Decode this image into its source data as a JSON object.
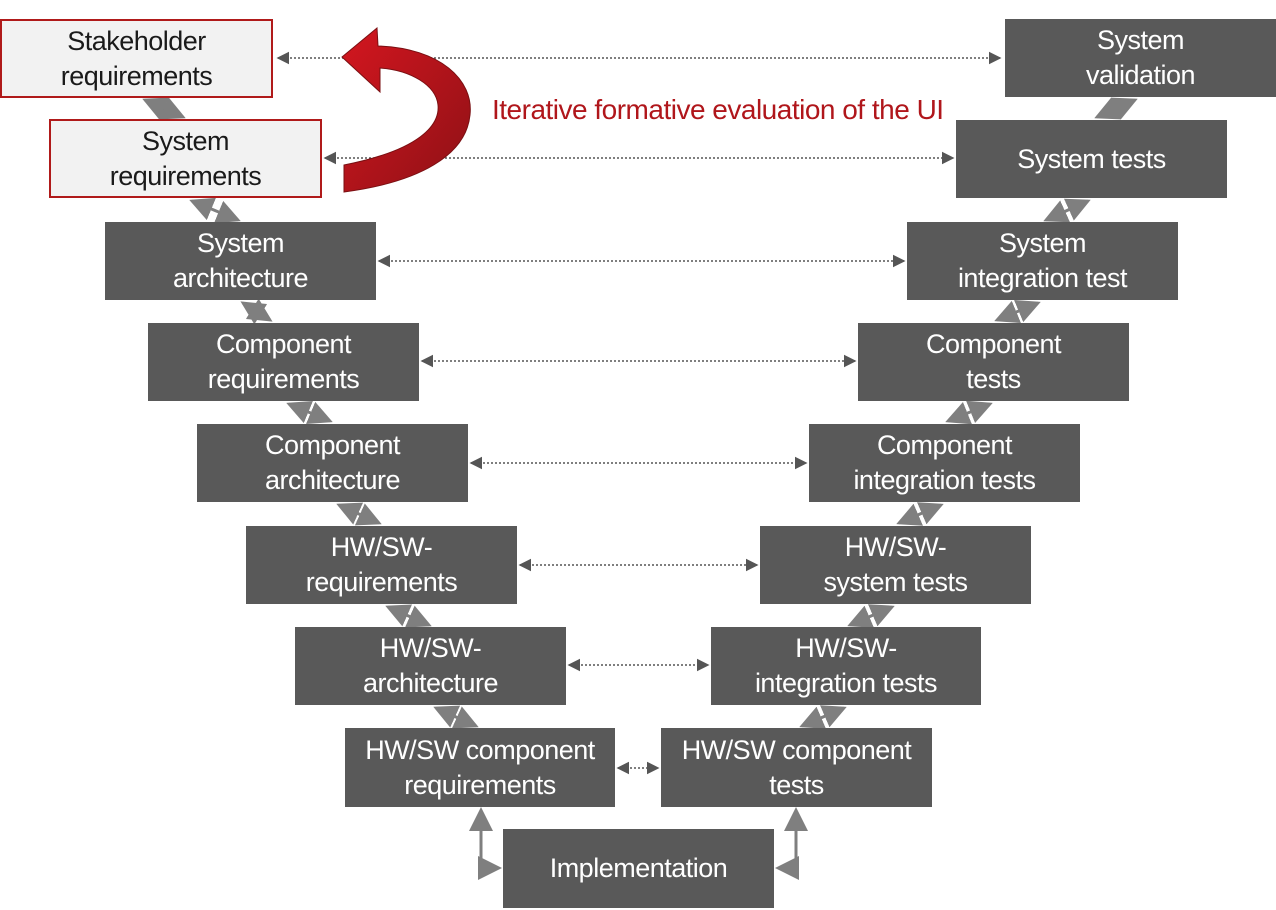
{
  "colors": {
    "box_dark": "#595959",
    "box_light": "#f2f2f2",
    "accent_red": "#b01a1a",
    "connector": "#7f7f7f",
    "dotted_link": "#555555"
  },
  "caption": "Iterative formative evaluation of the UI",
  "left_boxes": {
    "stakeholder_requirements": "Stakeholder\nrequirements",
    "system_requirements": "System\nrequirements",
    "system_architecture": "System\narchitecture",
    "component_requirements": "Component\nrequirements",
    "component_architecture": "Component\narchitecture",
    "hwsw_requirements": "HW/SW-\nrequirements",
    "hwsw_architecture": "HW/SW-\narchitecture",
    "hwsw_component_requirements": "HW/SW component\nrequirements"
  },
  "right_boxes": {
    "system_validation": "System\nvalidation",
    "system_tests": "System tests",
    "system_integration_test": "System\nintegration test",
    "component_tests": "Component\ntests",
    "component_integration_tests": "Component\nintegration tests",
    "hwsw_system_tests": "HW/SW-\nsystem tests",
    "hwsw_integration_tests": "HW/SW-\nintegration tests",
    "hwsw_component_tests": "HW/SW component\ntests"
  },
  "bottom_box": {
    "implementation": "Implementation"
  },
  "icons": {
    "curved_arrow": "curved-return-arrow-icon"
  }
}
